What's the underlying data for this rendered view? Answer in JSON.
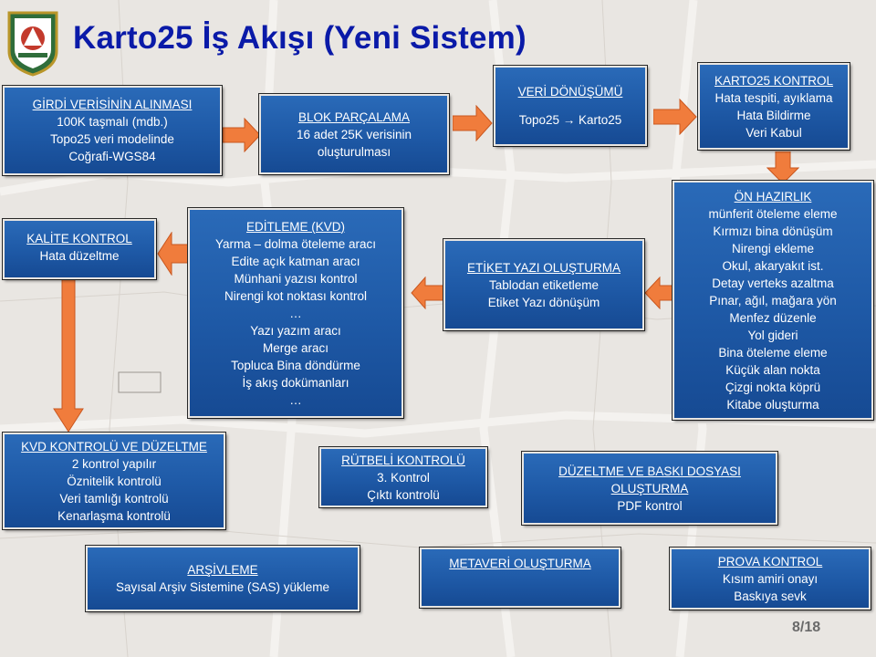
{
  "title": "Karto25 İş Akışı (Yeni Sistem)",
  "page_number": "8/18",
  "colors": {
    "box_fill": "#1e59a6",
    "arrow": "#f07c3c",
    "title": "#0a1aa8"
  },
  "boxes": {
    "input": {
      "title": "GİRDİ VERİSİNİN ALINMASI",
      "lines": [
        "100K taşmalı (mdb.)",
        "Topo25 veri modelinde",
        "Coğrafi-WGS84"
      ]
    },
    "block": {
      "title": "BLOK PARÇALAMA",
      "lines": [
        "16 adet 25K verisinin",
        "oluşturulması"
      ]
    },
    "conversion": {
      "title": "VERİ DÖNÜŞÜMÜ",
      "lines": [
        "Topo25 → Karto25"
      ]
    },
    "karto_control": {
      "title": "KARTO25 KONTROL",
      "lines": [
        "Hata tespiti, ayıklama",
        "Hata Bildirme",
        "Veri Kabul"
      ]
    },
    "quality": {
      "title": "KALİTE KONTROL",
      "lines": [
        "Hata düzeltme"
      ]
    },
    "editing": {
      "title": "EDİTLEME (KVD)",
      "lines": [
        "Yarma – dolma öteleme aracı",
        "Edite açık katman aracı",
        "Münhani yazısı kontrol",
        "Nirengi kot noktası kontrol",
        "…",
        "Yazı yazım aracı",
        "Merge aracı",
        "Topluca Bina döndürme",
        "İş akış dokümanları",
        "…"
      ]
    },
    "label": {
      "title": "ETİKET YAZI OLUŞTURMA",
      "lines": [
        "Tablodan etiketleme",
        "Etiket Yazı dönüşüm"
      ]
    },
    "prep": {
      "title": "ÖN HAZIRLIK",
      "lines": [
        "münferit öteleme eleme",
        "Kırmızı bina dönüşüm",
        "Nirengi ekleme",
        "Okul, akaryakıt ist.",
        "Detay verteks azaltma",
        "Pınar, ağıl, mağara yön",
        "Menfez düzenle",
        "Yol gideri",
        "Bina öteleme eleme",
        "Küçük alan nokta",
        "Çizgi nokta köprü",
        "Kitabe oluşturma"
      ]
    },
    "kvd_control": {
      "title": "KVD KONTROLÜ VE DÜZELTME",
      "lines": [
        "2 kontrol yapılır",
        "Öznitelik kontrolü",
        "Veri tamlığı kontrolü",
        "Kenarlaşma kontrolü"
      ]
    },
    "rank": {
      "title": "RÜTBELİ KONTROLÜ",
      "lines": [
        "3. Kontrol",
        "Çıktı kontrolü"
      ]
    },
    "correction": {
      "title": "DÜZELTME VE BASKI DOSYASI OLUŞTURMA",
      "lines": [
        "PDF kontrol"
      ]
    },
    "archive": {
      "title": "ARŞİVLEME",
      "lines": [
        "Sayısal Arşiv Sistemine (SAS) yükleme"
      ]
    },
    "metadata": {
      "title": "METAVERİ OLUŞTURMA",
      "lines": []
    },
    "proof": {
      "title": "PROVA KONTROL",
      "lines": [
        "Kısım amiri onayı",
        "Baskıya sevk"
      ]
    }
  }
}
